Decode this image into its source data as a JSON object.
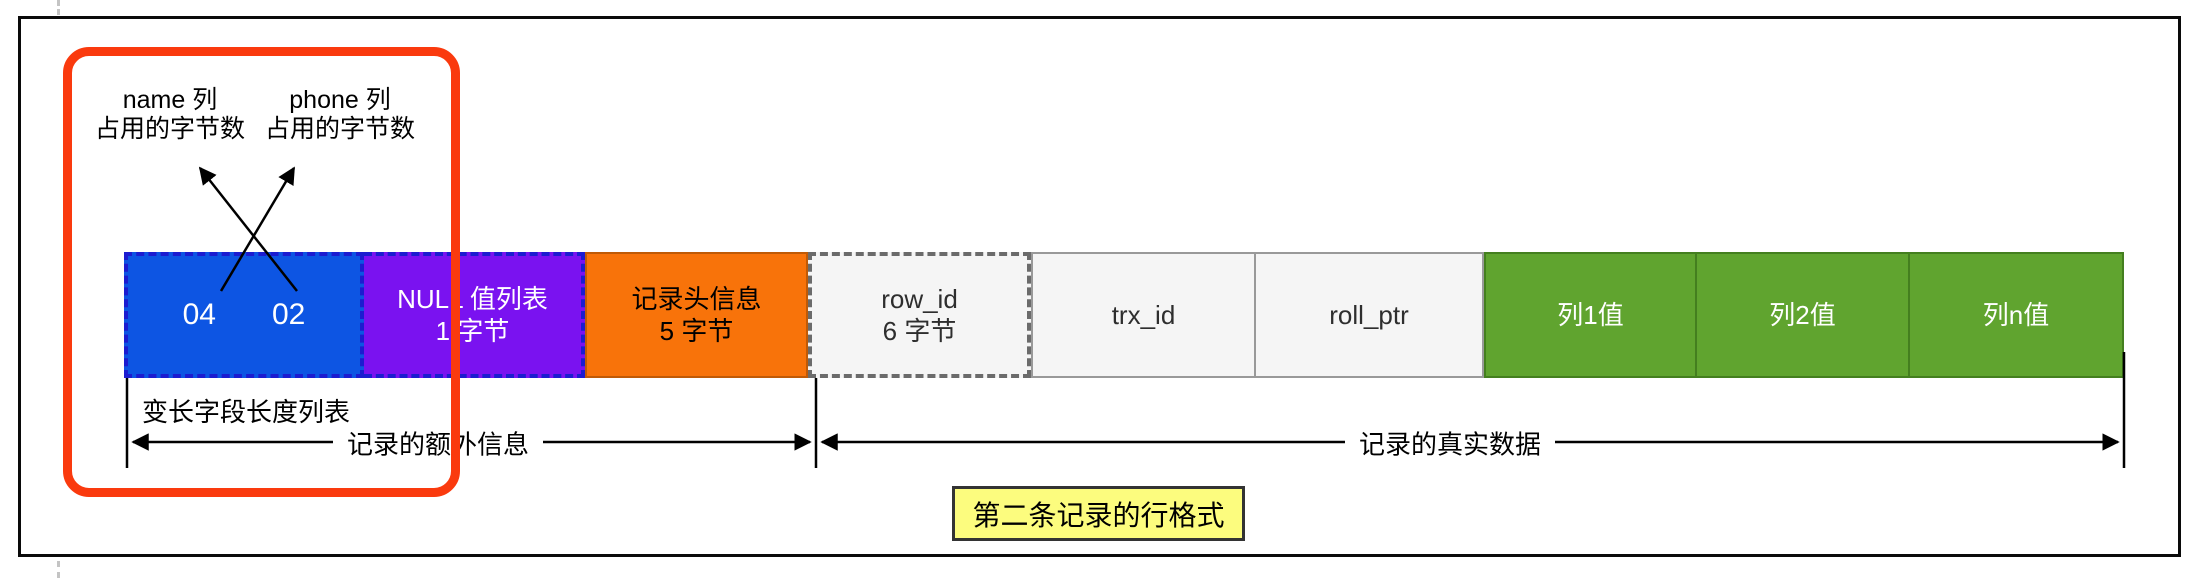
{
  "callouts": {
    "name_col": {
      "line1": "name 列",
      "line2": "占用的字节数"
    },
    "phone_col": {
      "line1": "phone 列",
      "line2": "占用的字节数"
    }
  },
  "record_row": {
    "varlen": {
      "byte1": "04",
      "byte2": "02"
    },
    "null_list": {
      "line1": "NULL 值列表",
      "line2": "1 字节"
    },
    "record_header": {
      "line1": "记录头信息",
      "line2": "5 字节"
    },
    "row_id": {
      "line1": "row_id",
      "line2": "6 字节"
    },
    "trx_id": {
      "label": "trx_id"
    },
    "roll_ptr": {
      "label": "roll_ptr"
    },
    "col1": {
      "label": "列1值"
    },
    "col2": {
      "label": "列2值"
    },
    "coln": {
      "label": "列n值"
    }
  },
  "labels": {
    "varlen_list": "变长字段长度列表",
    "extra_info": "记录的额外信息",
    "real_data": "记录的真实数据"
  },
  "caption": {
    "text": "第二条记录的行格式"
  },
  "colors": {
    "varlen_fill": "#0d55e3",
    "null_list_fill": "#7a12f0",
    "record_header_fill": "#f8730a",
    "system_col_fill": "#f5f5f5",
    "data_col_fill": "#60a42f",
    "dashed_border_blue": "#1c1cd0",
    "highlight_red": "#fa3a0e",
    "caption_fill": "#fcfc7e"
  }
}
